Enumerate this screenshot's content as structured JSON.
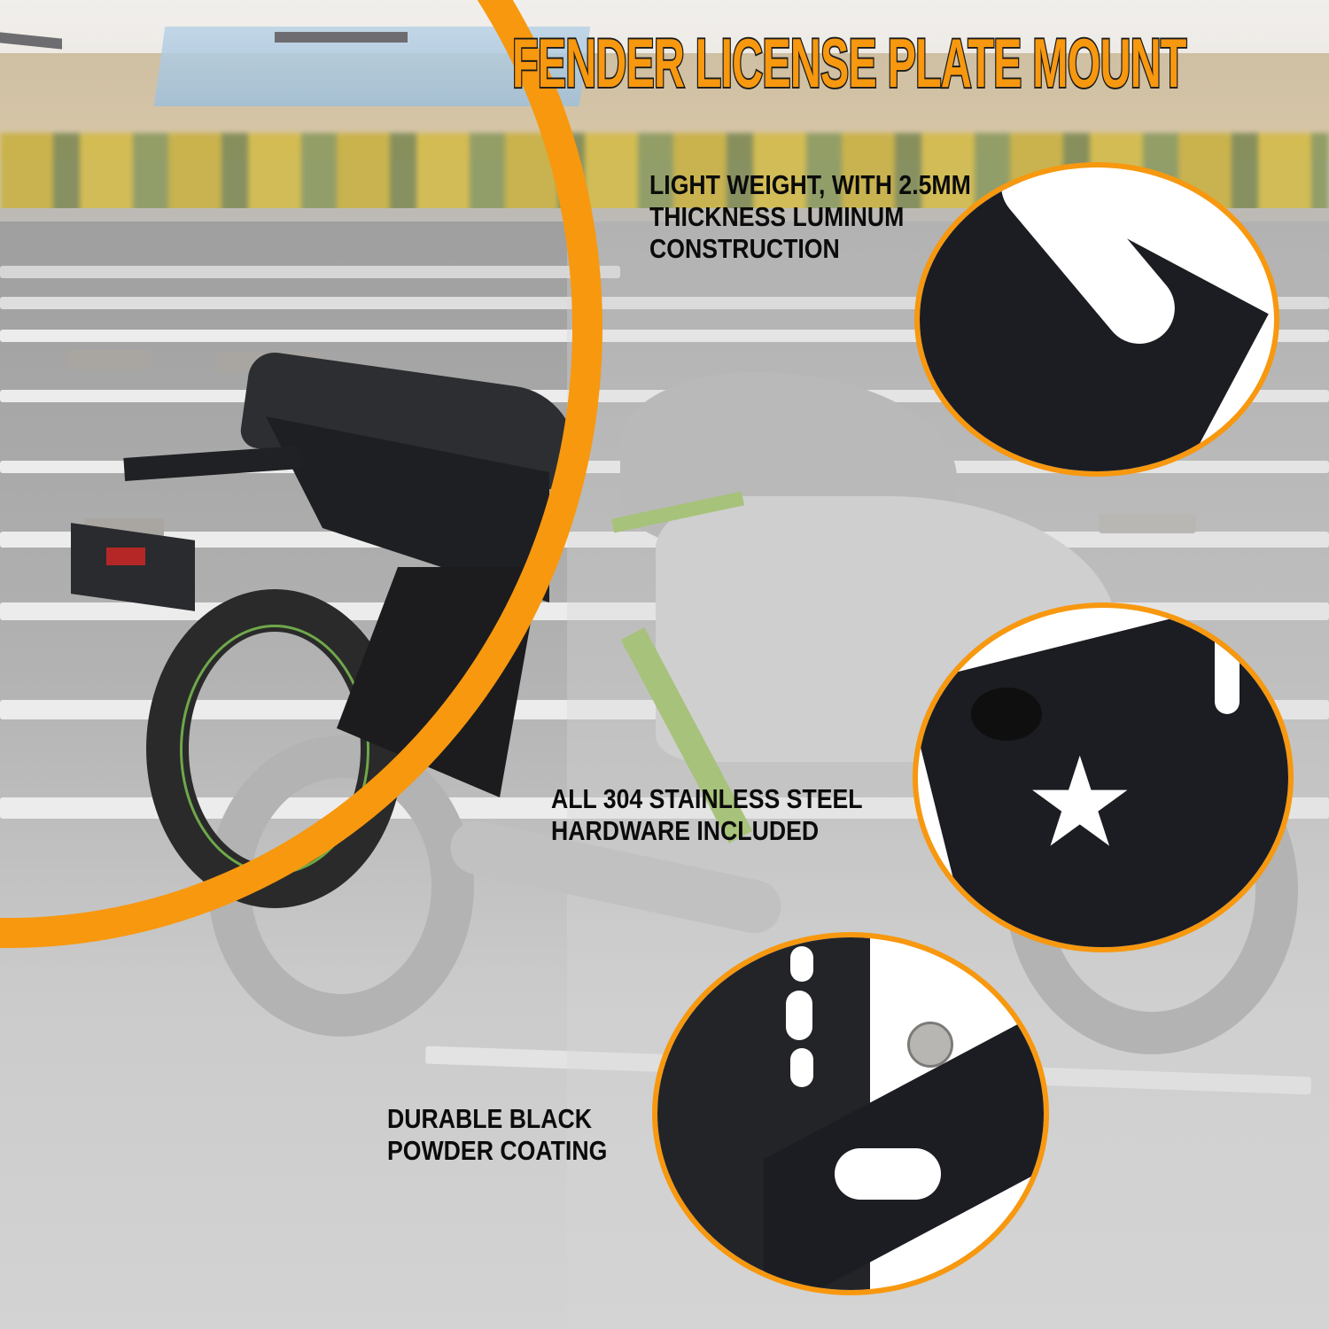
{
  "title": "FENDER LICENSE PLATE MOUNT",
  "features": [
    {
      "lines": [
        "LIGHT WEIGHT, WITH 2.5MM",
        "THICKNESS  LUMINUM",
        "CONSTRUCTION"
      ]
    },
    {
      "lines": [
        "ALL 304 STAINLESS STEEL",
        "HARDWARE INCLUDED"
      ]
    },
    {
      "lines": [
        "DURABLE BLACK",
        "POWDER COATING"
      ]
    }
  ],
  "colors": {
    "accent": "#f7980f",
    "text": "#0b0b0b",
    "bracket": "#1c1d22",
    "bike_green": "#6fa84a"
  },
  "detail_views": [
    {
      "name": "bracket-edge-closeup"
    },
    {
      "name": "star-logo-plate-closeup"
    },
    {
      "name": "hardware-bolt-closeup"
    }
  ]
}
